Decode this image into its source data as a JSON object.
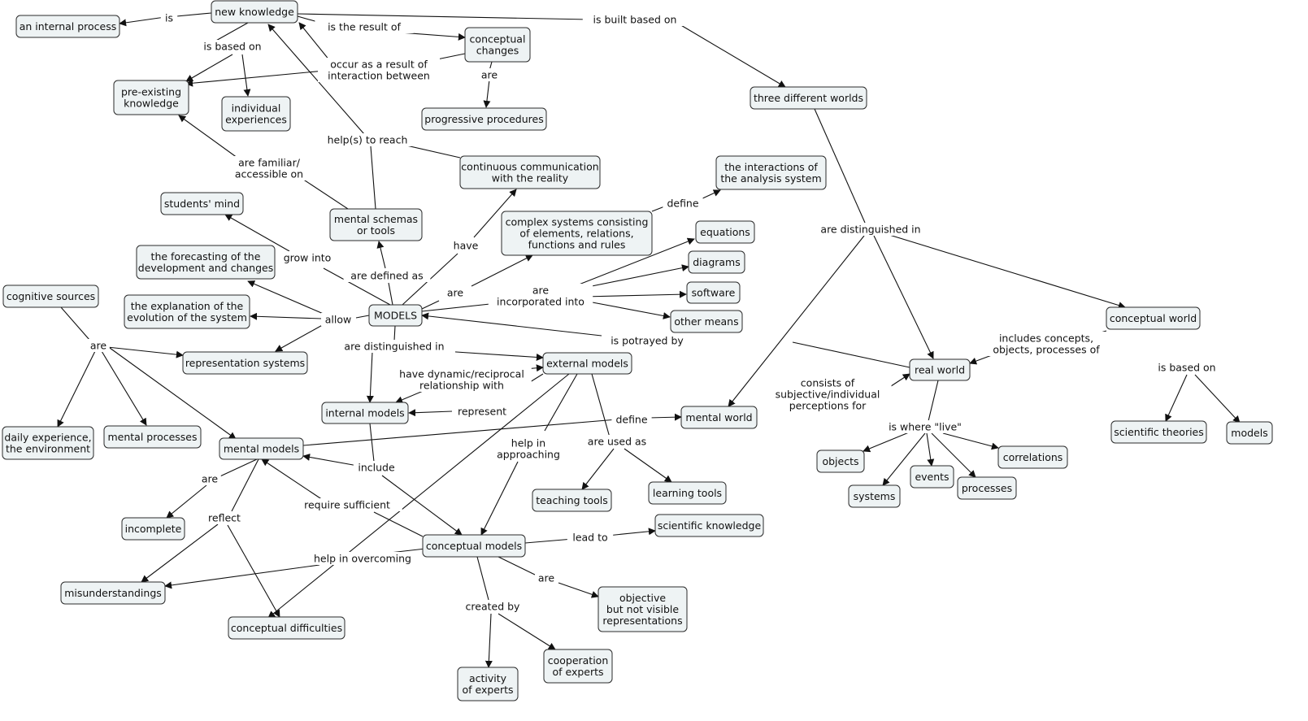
{
  "nodes": [
    {
      "id": "new_knowledge",
      "lines": [
        "new knowledge"
      ]
    },
    {
      "id": "internal_process",
      "lines": [
        "an internal process"
      ]
    },
    {
      "id": "pre_existing",
      "lines": [
        "pre-existing",
        "knowledge"
      ]
    },
    {
      "id": "individual_exp",
      "lines": [
        "individual",
        "experiences"
      ]
    },
    {
      "id": "conceptual_changes",
      "lines": [
        "conceptual",
        "changes"
      ]
    },
    {
      "id": "progressive",
      "lines": [
        "progressive procedures"
      ]
    },
    {
      "id": "three_worlds",
      "lines": [
        "three different worlds"
      ]
    },
    {
      "id": "continuous_comm",
      "lines": [
        "continuous communication",
        "with the reality"
      ]
    },
    {
      "id": "interactions",
      "lines": [
        "the interactions of",
        "the analysis system"
      ]
    },
    {
      "id": "students_mind",
      "lines": [
        "students' mind"
      ]
    },
    {
      "id": "mental_schemas",
      "lines": [
        "mental schemas",
        "or tools"
      ]
    },
    {
      "id": "complex_systems",
      "lines": [
        "complex systems consisting",
        "of elements, relations,",
        "functions and rules"
      ]
    },
    {
      "id": "equations",
      "lines": [
        "equations"
      ]
    },
    {
      "id": "diagrams",
      "lines": [
        "diagrams"
      ]
    },
    {
      "id": "software",
      "lines": [
        "software"
      ]
    },
    {
      "id": "other_means",
      "lines": [
        "other means"
      ]
    },
    {
      "id": "forecasting",
      "lines": [
        "the forecasting of the",
        "development and changes"
      ]
    },
    {
      "id": "cognitive",
      "lines": [
        "cognitive sources"
      ]
    },
    {
      "id": "explanation",
      "lines": [
        "the explanation of the",
        "evolution of the system"
      ]
    },
    {
      "id": "models_main",
      "lines": [
        "MODELS"
      ]
    },
    {
      "id": "representation",
      "lines": [
        "representation systems"
      ]
    },
    {
      "id": "external",
      "lines": [
        "external models"
      ]
    },
    {
      "id": "conceptual_world",
      "lines": [
        "conceptual world"
      ]
    },
    {
      "id": "real_world",
      "lines": [
        "real world"
      ]
    },
    {
      "id": "internal",
      "lines": [
        "internal models"
      ]
    },
    {
      "id": "mental_world",
      "lines": [
        "mental world"
      ]
    },
    {
      "id": "daily",
      "lines": [
        "daily experience,",
        "the environment"
      ]
    },
    {
      "id": "mental_processes",
      "lines": [
        "mental processes"
      ]
    },
    {
      "id": "mental_models",
      "lines": [
        "mental models"
      ]
    },
    {
      "id": "scientific_theories",
      "lines": [
        "scientific theories"
      ]
    },
    {
      "id": "models_cw",
      "lines": [
        "models"
      ]
    },
    {
      "id": "objects",
      "lines": [
        "objects"
      ]
    },
    {
      "id": "correlations",
      "lines": [
        "correlations"
      ]
    },
    {
      "id": "events",
      "lines": [
        "events"
      ]
    },
    {
      "id": "systems",
      "lines": [
        "systems"
      ]
    },
    {
      "id": "processes",
      "lines": [
        "processes"
      ]
    },
    {
      "id": "learning_tools",
      "lines": [
        "learning tools"
      ]
    },
    {
      "id": "teaching_tools",
      "lines": [
        "teaching tools"
      ]
    },
    {
      "id": "incomplete",
      "lines": [
        "incomplete"
      ]
    },
    {
      "id": "scientific_knowledge",
      "lines": [
        "scientific knowledge"
      ]
    },
    {
      "id": "conceptual_models",
      "lines": [
        "conceptual models"
      ]
    },
    {
      "id": "misunderstandings",
      "lines": [
        "misunderstandings"
      ]
    },
    {
      "id": "objective",
      "lines": [
        "objective",
        "but not visible",
        "representations"
      ]
    },
    {
      "id": "conceptual_difficulties",
      "lines": [
        "conceptual difficulties"
      ]
    },
    {
      "id": "cooperation",
      "lines": [
        "cooperation",
        "of experts"
      ]
    },
    {
      "id": "activity",
      "lines": [
        "activity",
        "of experts"
      ]
    }
  ],
  "link_labels": [
    {
      "id": "is",
      "lines": [
        "is"
      ]
    },
    {
      "id": "is_result",
      "lines": [
        "is the result of"
      ]
    },
    {
      "id": "built_on",
      "lines": [
        "is built based on"
      ]
    },
    {
      "id": "based_on",
      "lines": [
        "is based on"
      ]
    },
    {
      "id": "occur",
      "lines": [
        "occur as a result of",
        "interaction between"
      ]
    },
    {
      "id": "are_cc",
      "lines": [
        "are"
      ]
    },
    {
      "id": "help_reach",
      "lines": [
        "help(s) to reach"
      ]
    },
    {
      "id": "familiar",
      "lines": [
        "are familiar/",
        "accessible on"
      ]
    },
    {
      "id": "define_top",
      "lines": [
        "define"
      ]
    },
    {
      "id": "grow_into",
      "lines": [
        "grow into"
      ]
    },
    {
      "id": "have",
      "lines": [
        "have"
      ]
    },
    {
      "id": "defined_as",
      "lines": [
        "are defined as"
      ]
    },
    {
      "id": "are_models",
      "lines": [
        "are"
      ]
    },
    {
      "id": "incorporated",
      "lines": [
        "are",
        "incorporated into"
      ]
    },
    {
      "id": "allow",
      "lines": [
        "allow"
      ]
    },
    {
      "id": "distinguished_worlds",
      "lines": [
        "are distinguished in"
      ]
    },
    {
      "id": "are_cog",
      "lines": [
        "are"
      ]
    },
    {
      "id": "distinguished_models",
      "lines": [
        "are distinguished in"
      ]
    },
    {
      "id": "portrayed",
      "lines": [
        "is potrayed by"
      ]
    },
    {
      "id": "includes",
      "lines": [
        "includes concepts,",
        "objects, processes of"
      ]
    },
    {
      "id": "dynamic",
      "lines": [
        "have dynamic/reciprocal",
        "relationship with"
      ]
    },
    {
      "id": "based_on_cw",
      "lines": [
        "is based on"
      ]
    },
    {
      "id": "consists",
      "lines": [
        "consists of",
        "subjective/individual",
        "perceptions for"
      ]
    },
    {
      "id": "represent",
      "lines": [
        "represent"
      ]
    },
    {
      "id": "define_mid",
      "lines": [
        "define"
      ]
    },
    {
      "id": "where_live",
      "lines": [
        "is where \"live\""
      ]
    },
    {
      "id": "help_approaching",
      "lines": [
        "help in",
        "approaching"
      ]
    },
    {
      "id": "used_as",
      "lines": [
        "are used as"
      ]
    },
    {
      "id": "include",
      "lines": [
        "include"
      ]
    },
    {
      "id": "are_mm",
      "lines": [
        "are"
      ]
    },
    {
      "id": "reflect",
      "lines": [
        "reflect"
      ]
    },
    {
      "id": "require",
      "lines": [
        "require sufficient"
      ]
    },
    {
      "id": "lead_to",
      "lines": [
        "lead to"
      ]
    },
    {
      "id": "help_overcoming",
      "lines": [
        "help in overcoming"
      ]
    },
    {
      "id": "are_cm",
      "lines": [
        "are"
      ]
    },
    {
      "id": "created_by",
      "lines": [
        "created by"
      ]
    }
  ]
}
